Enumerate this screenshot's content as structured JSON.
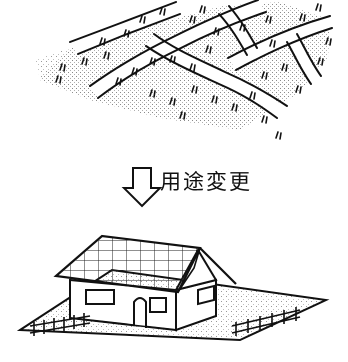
{
  "caption": "用途変更",
  "colors": {
    "ink": "#111111",
    "stipple": "#9a9a9a",
    "paper": "#ffffff"
  },
  "illustration": {
    "top": "rice-field-grid",
    "bottom": "house-on-lot",
    "connector": "down-arrow-icon"
  }
}
